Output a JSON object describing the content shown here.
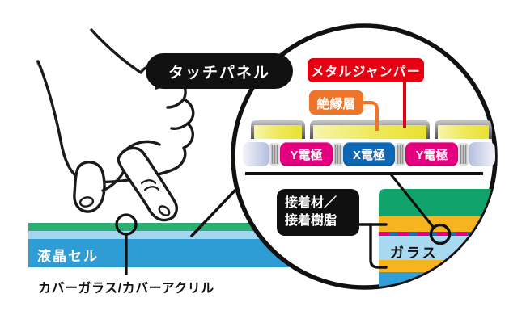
{
  "callout_label": "タッチパネル",
  "magnified_view": {
    "metal_jumper_label": "メタルジャンパー",
    "insulation_label": "絶縁層",
    "electrodes": [
      "Y電極",
      "X電極",
      "Y電極"
    ],
    "adhesive_label_line1": "接着材／",
    "adhesive_label_line2": "接着樹脂",
    "glass_label": "ガラス"
  },
  "display_stack": {
    "lcd_cell_label": "液晶セル",
    "cover_label": "カバーガラス/カバーアクリル"
  },
  "colors": {
    "callout_bg": "#111111",
    "metal_jumper_bg": "#e60012",
    "insulation_bg": "#ed7428",
    "y_electrode": "#e4007f",
    "x_electrode": "#0e68b5",
    "cover_green": "#2fae74",
    "adhesive_lightblue": "#a3d5ef",
    "lcd_blue": "#2e9cd5",
    "stack_green": "#10a36b",
    "stack_yellow": "#f6b51f",
    "stack_glass_blue": "#a9d8f1",
    "stack_bottom_blue": "#2f9fd5",
    "sensor_yellow": "#e9e230"
  }
}
